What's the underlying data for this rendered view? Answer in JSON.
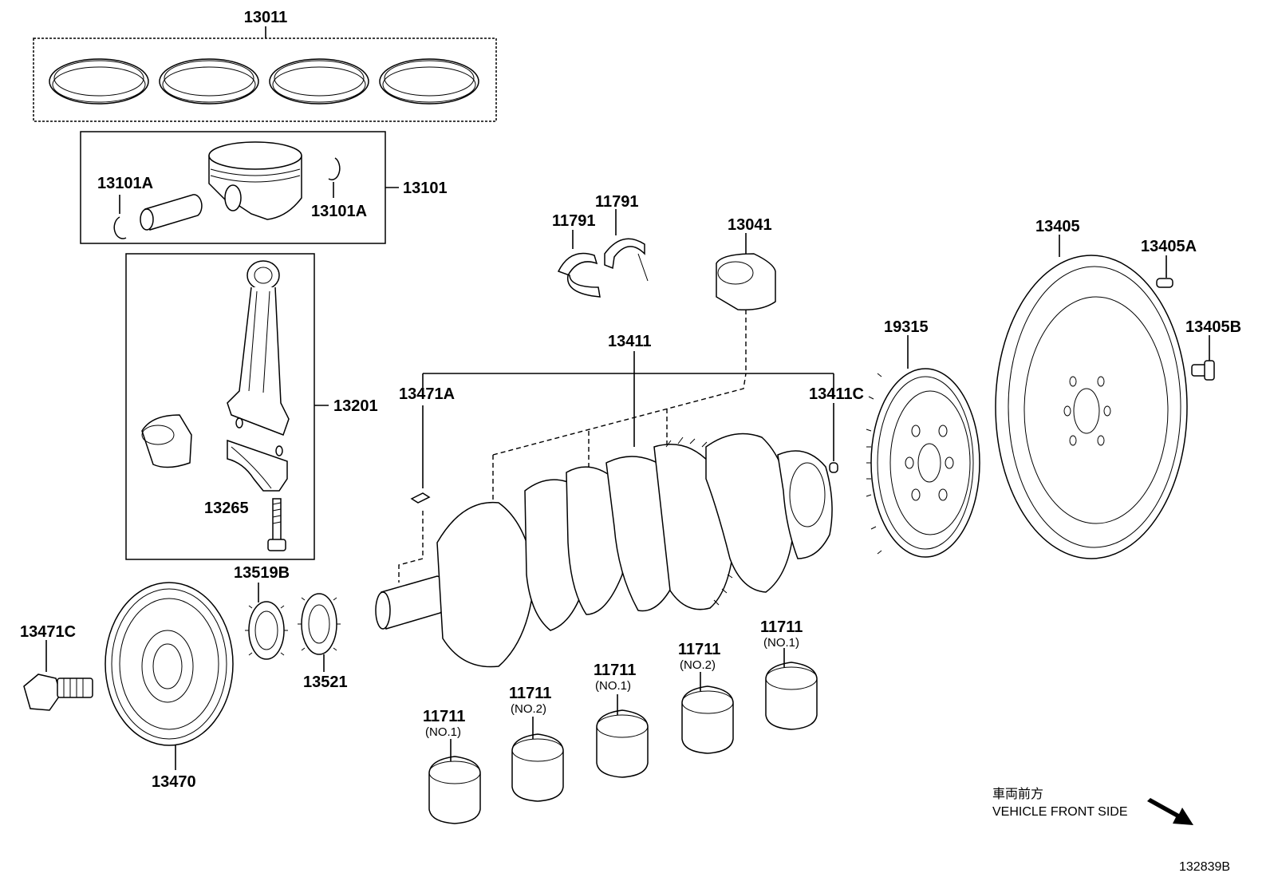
{
  "labels": {
    "p13011": "13011",
    "p13101": "13101",
    "p13101A_left": "13101A",
    "p13101A_right": "13101A",
    "p13201": "13201",
    "p13265": "13265",
    "p13519B": "13519B",
    "p13521": "13521",
    "p13470": "13470",
    "p13471C": "13471C",
    "p11791_a": "11791",
    "p11791_b": "11791",
    "p13041": "13041",
    "p13411": "13411",
    "p13471A": "13471A",
    "p13411C": "13411C",
    "p19315": "19315",
    "p13405": "13405",
    "p13405A": "13405A",
    "p13405B": "13405B",
    "p11711_1": "11711",
    "p11711_2": "11711",
    "p11711_3": "11711",
    "p11711_4": "11711",
    "p11711_5": "11711"
  },
  "sublabels": {
    "s1": "(NO.1)",
    "s2": "(NO.2)",
    "s3": "(NO.1)",
    "s4": "(NO.2)",
    "s5": "(NO.1)"
  },
  "direction": {
    "japanese": "車両前方",
    "english": "VEHICLE FRONT SIDE"
  },
  "figure_id": "132839B"
}
